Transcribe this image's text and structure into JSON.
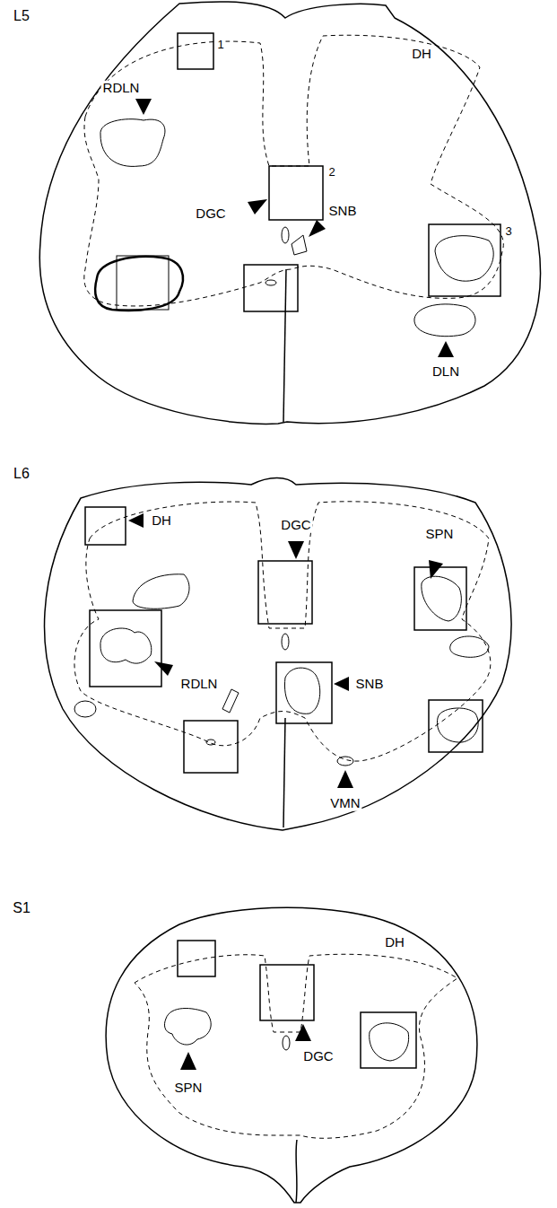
{
  "diagram": {
    "labels": [
      "L5",
      "1",
      "DH",
      "RDLN",
      "2",
      "DGC",
      "SNB",
      "3",
      "DLN",
      "L6",
      "DH",
      "DGC",
      "SPN",
      "RDLN",
      "SNB",
      "VMN",
      "S1",
      "DH",
      "SPN",
      "DGC"
    ]
  }
}
